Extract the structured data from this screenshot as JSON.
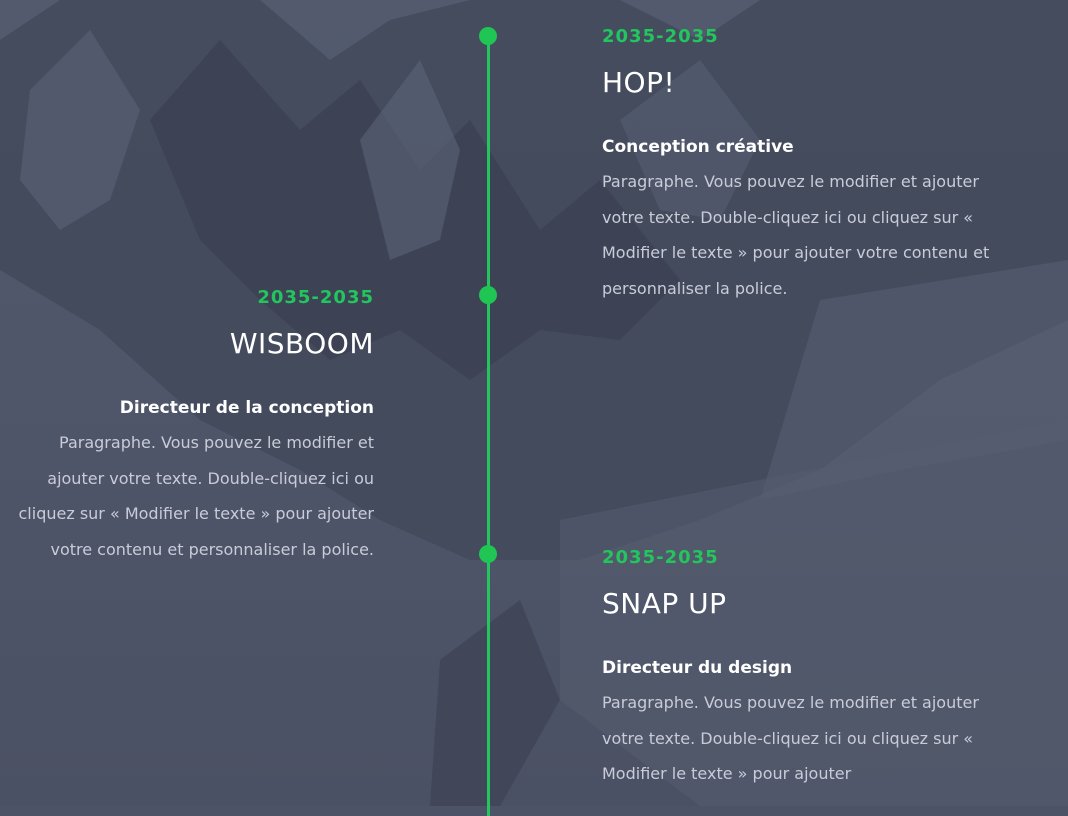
{
  "colors": {
    "accent": "#22c55e",
    "background": "#4d5366",
    "text": "#ffffff",
    "paragraph": "#c9ccd8"
  },
  "timeline": {
    "entries": [
      {
        "years": "2035-2035",
        "company": "HOP!",
        "role": "Conception créative",
        "paragraph": "Paragraphe. Vous pouvez le modifier et ajouter votre texte. Double-cliquez ici ou cliquez sur « Modifier le texte » pour ajouter votre contenu et personnaliser la police."
      },
      {
        "years": "2035-2035",
        "company": "WISBOOM",
        "role": "Directeur de la conception",
        "paragraph": "Paragraphe. Vous pouvez le modifier et ajouter votre texte. Double-cliquez ici ou cliquez sur « Modifier le texte » pour ajouter votre contenu et personnaliser la police."
      },
      {
        "years": "2035-2035",
        "company": "SNAP UP",
        "role": "Directeur du design",
        "paragraph": "Paragraphe. Vous pouvez le modifier et ajouter votre texte. Double-cliquez ici ou cliquez sur « Modifier le texte » pour ajouter"
      }
    ]
  }
}
